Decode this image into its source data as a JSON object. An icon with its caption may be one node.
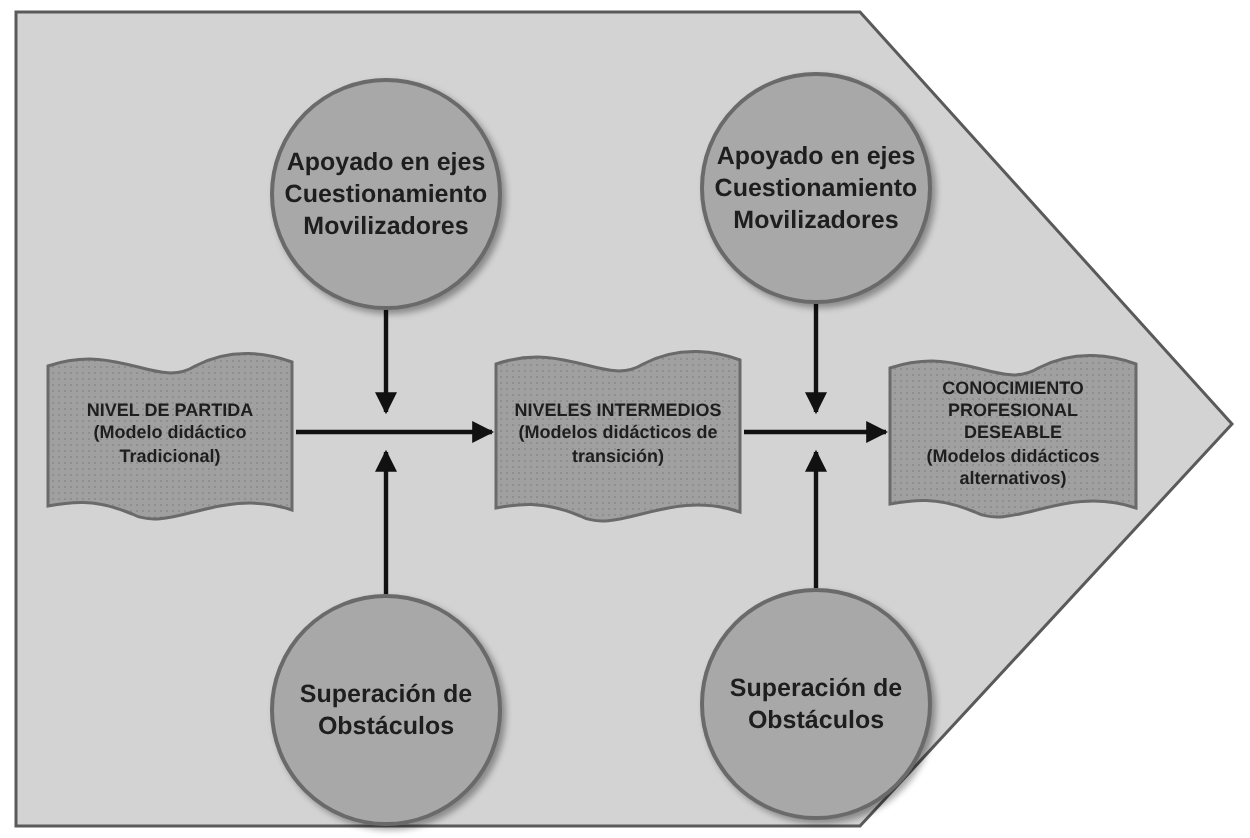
{
  "diagram": {
    "nodes": [
      {
        "text": [
          "Apoyado en ejes Cuestionamiento Movilizadores"
        ]
      },
      {
        "text": [
          "Apoyado en ejes Cuestionamiento Movilizadores"
        ]
      },
      {
        "text": [
          "NIVEL DE PARTIDA",
          "(Modelo didáctico Tradicional)"
        ]
      },
      {
        "text": [
          "NIVELES INTERMEDIOS",
          "(Modelos didácticos de transición)"
        ]
      },
      {
        "text": [
          "CONOCIMIENTO PROFESIONAL DESEABLE",
          "(Modelos didácticos alternativos)"
        ]
      },
      {
        "text": [
          "Superación de Obstáculos"
        ]
      },
      {
        "text": [
          "Superación de Obstáculos"
        ]
      }
    ],
    "edges": [
      {
        "from": 2,
        "to": 3,
        "arrow": "to"
      },
      {
        "from": 3,
        "to": 4,
        "arrow": "to"
      },
      {
        "from": 0,
        "to": null,
        "arrow": "to"
      },
      {
        "from": 5,
        "to": null,
        "arrow": "to"
      },
      {
        "from": 1,
        "to": null,
        "arrow": "to"
      },
      {
        "from": 6,
        "to": null,
        "arrow": "to"
      }
    ]
  }
}
